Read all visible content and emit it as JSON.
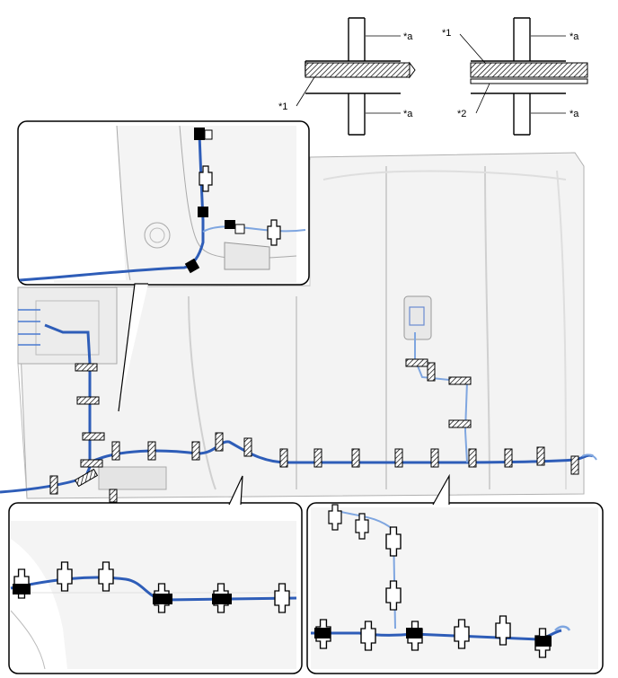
{
  "legend": {
    "left": {
      "top_a": "*a",
      "bottom_a": "*a",
      "part1": "*1"
    },
    "right": {
      "top_a": "*a",
      "bottom_a": "*a",
      "part1": "*1",
      "part2": "*2"
    }
  },
  "colors": {
    "harness": "#2e5db8",
    "harness_light": "#7fa6e0",
    "panel": "#f1f1f1",
    "outline": "#8a8a8a",
    "clamp": "#000000"
  }
}
